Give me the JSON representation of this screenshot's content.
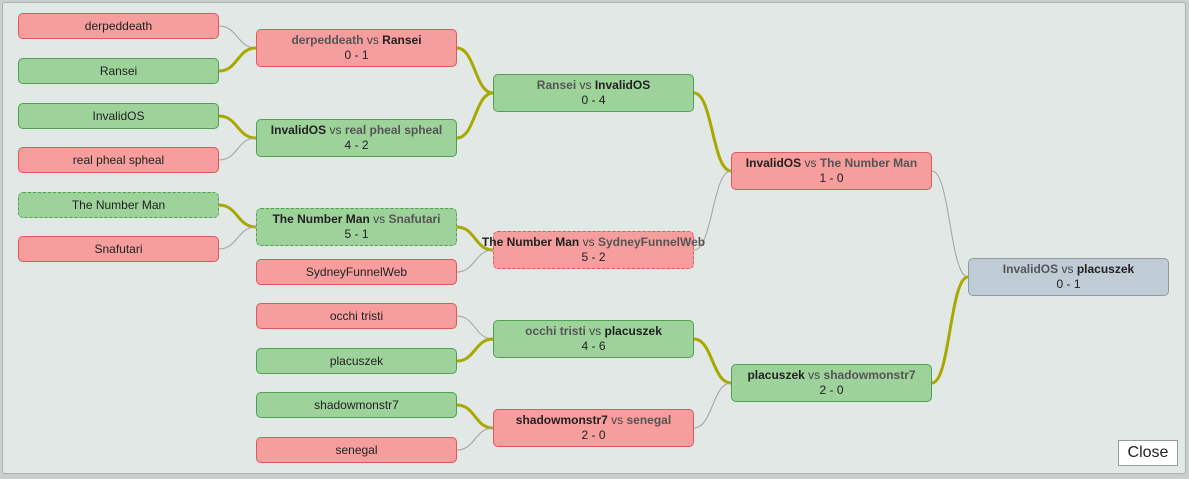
{
  "leaves": [
    {
      "name": "derpeddeath",
      "result": "loss"
    },
    {
      "name": "Ransei",
      "result": "win"
    },
    {
      "name": "InvalidOS",
      "result": "win"
    },
    {
      "name": "real pheal spheal",
      "result": "loss"
    },
    {
      "name": "The Number Man",
      "result": "win"
    },
    {
      "name": "Snafutari",
      "result": "loss"
    },
    {
      "name": "SydneyFunnelWeb",
      "result": "loss"
    },
    {
      "name": "occhi tristi",
      "result": "loss"
    },
    {
      "name": "placuszek",
      "result": "win"
    },
    {
      "name": "shadowmonstr7",
      "result": "win"
    },
    {
      "name": "senegal",
      "result": "loss"
    }
  ],
  "matches": [
    {
      "p1": "derpeddeath",
      "p2": "Ransei",
      "winner": 2,
      "score": "0 - 1",
      "result": "loss"
    },
    {
      "p1": "InvalidOS",
      "p2": "real pheal spheal",
      "winner": 1,
      "score": "4 - 2",
      "result": "win"
    },
    {
      "p1": "The Number Man",
      "p2": "Snafutari",
      "winner": 1,
      "score": "5 - 1",
      "result": "win"
    },
    {
      "p1": "Ransei",
      "p2": "InvalidOS",
      "winner": 2,
      "score": "0 - 4",
      "result": "win"
    },
    {
      "p1": "The Number Man",
      "p2": "SydneyFunnelWeb",
      "winner": 1,
      "score": "5 - 2",
      "result": "loss"
    },
    {
      "p1": "occhi tristi",
      "p2": "placuszek",
      "winner": 2,
      "score": "4 - 6",
      "result": "win"
    },
    {
      "p1": "shadowmonstr7",
      "p2": "senegal",
      "winner": 1,
      "score": "2 - 0",
      "result": "loss"
    },
    {
      "p1": "InvalidOS",
      "p2": "The Number Man",
      "winner": 1,
      "score": "1 - 0",
      "result": "loss"
    },
    {
      "p1": "placuszek",
      "p2": "shadowmonstr7",
      "winner": 1,
      "score": "2 - 0",
      "result": "win"
    },
    {
      "p1": "InvalidOS",
      "p2": "placuszek",
      "winner": 2,
      "score": "0 - 1",
      "result": "final"
    }
  ],
  "vs_label": "vs",
  "close_label": "Close",
  "colors": {
    "win": "#9dd29a",
    "loss": "#f59e9d",
    "final": "#bfccd6",
    "winning_link": "#a8a800",
    "other_link": "#a3a3a3"
  }
}
